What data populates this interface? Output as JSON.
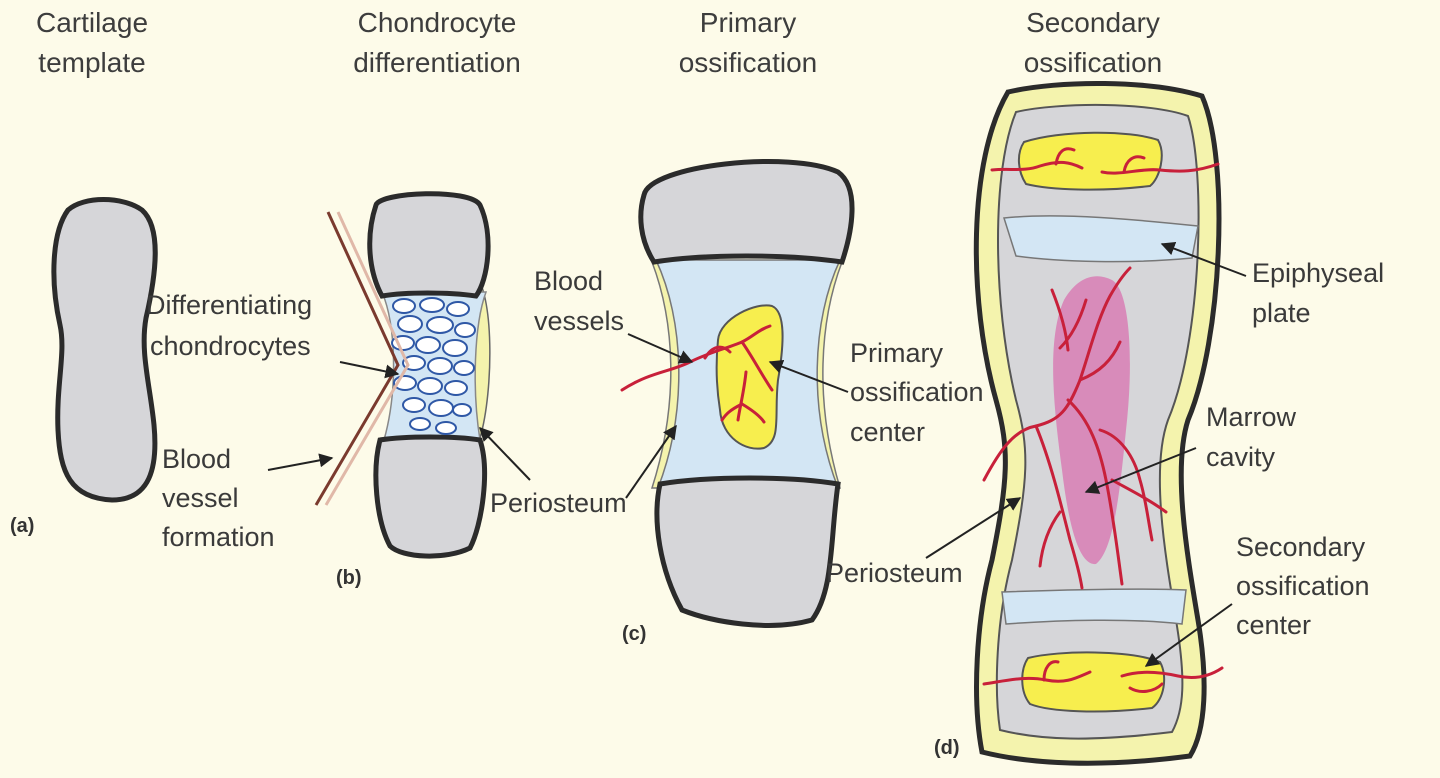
{
  "colors": {
    "background": "#fdfbe9",
    "cartilage": "#d6d6d9",
    "hypertrophic_zone": "#d3e6f4",
    "bone": "#f7ee4e",
    "periosteum": "#f4f3ad",
    "marrow": "#d87eb4",
    "vessel": "#c8203a"
  },
  "stages": {
    "a": {
      "title_line1": "Cartilage",
      "title_line2": "template",
      "panel": "(a)"
    },
    "b": {
      "title_line1": "Chondrocyte",
      "title_line2": "differentiation",
      "panel": "(b)"
    },
    "c": {
      "title_line1": "Primary",
      "title_line2": "ossification",
      "panel": "(c)"
    },
    "d": {
      "title_line1": "Secondary",
      "title_line2": "ossification",
      "panel": "(d)"
    }
  },
  "labels": {
    "differentiating_1": "Differentiating",
    "differentiating_2": "chondrocytes",
    "blood_vessel_formation_1": "Blood",
    "blood_vessel_formation_2": "vessel",
    "blood_vessel_formation_3": "formation",
    "periosteum_b": "Periosteum",
    "blood_vessels_1": "Blood",
    "blood_vessels_2": "vessels",
    "primary_center_1": "Primary",
    "primary_center_2": "ossification",
    "primary_center_3": "center",
    "periosteum_d": "Periosteum",
    "epiphyseal_1": "Epiphyseal",
    "epiphyseal_2": "plate",
    "marrow_1": "Marrow",
    "marrow_2": "cavity",
    "secondary_center_1": "Secondary",
    "secondary_center_2": "ossification",
    "secondary_center_3": "center"
  }
}
